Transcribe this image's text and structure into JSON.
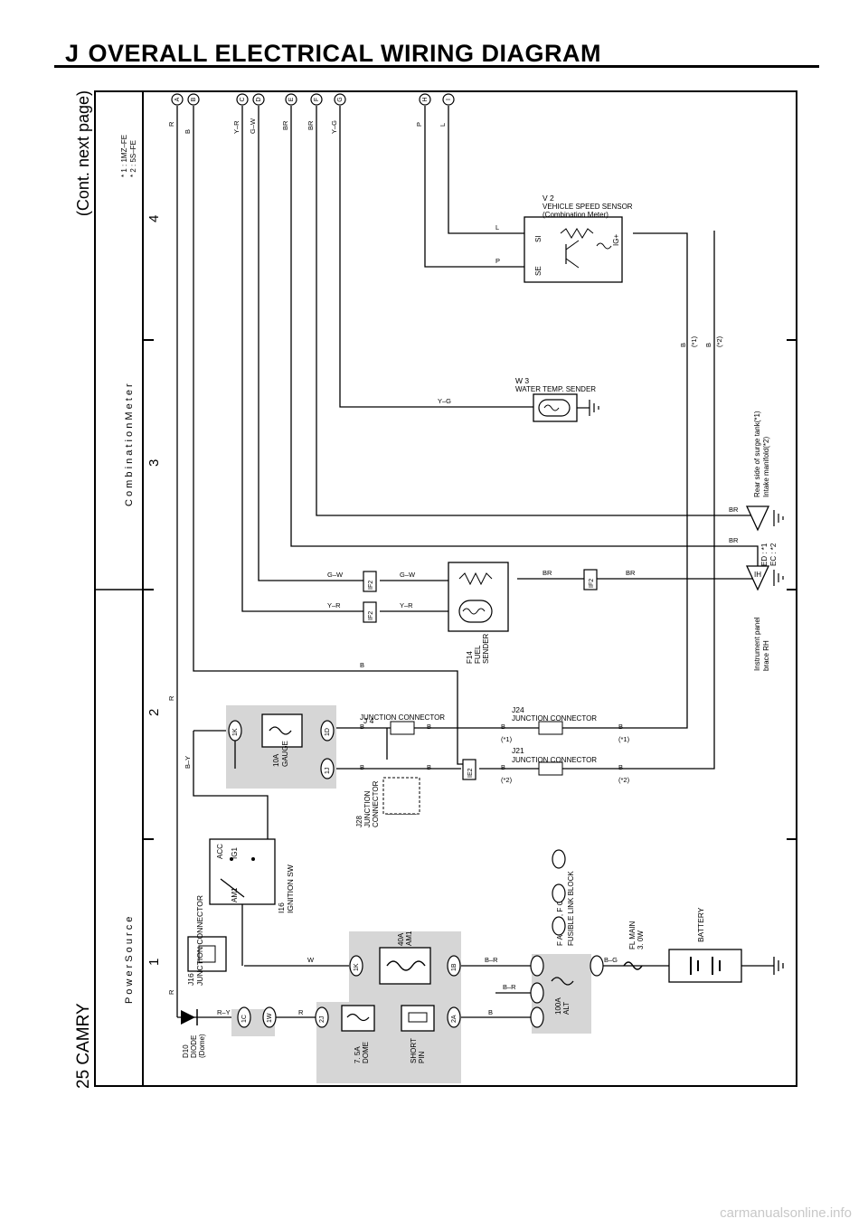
{
  "header": {
    "letter": "J",
    "title": "OVERALL ELECTRICAL WIRING DIAGRAM"
  },
  "page": {
    "code": "25 CAMRY",
    "continued": "(Cont.  next page)"
  },
  "sections": {
    "power_source": "P o w e r   S o u r c e",
    "combination_meter": "C o m b i n a t i o n   M e t e r"
  },
  "grid": [
    "1",
    "2",
    "3",
    "4"
  ],
  "engine_notes": [
    "* 1 : 1MZ–FE",
    "* 2 : 5S–FE"
  ],
  "connectors": {
    "a": "A",
    "b": "B",
    "c": "C",
    "d": "D",
    "e": "E",
    "f": "F",
    "g": "G",
    "h": "H",
    "i": "I"
  },
  "wires": {
    "a": "R",
    "b": "B",
    "c": "Y–R",
    "d": "G–W",
    "e": "BR",
    "f": "BR",
    "g": "Y–G",
    "h": "P",
    "i": "L",
    "r": "R",
    "ry": "R–Y",
    "by": "B–Y",
    "w": "W",
    "br": "B–R",
    "bg": "B–G",
    "rl_1": "(*1)",
    "rl_2": "(*2)"
  },
  "components": {
    "d10": [
      "D10",
      "DIODE",
      "(Dome)"
    ],
    "j16": "J16",
    "j16_name": "JUNCTION CONNECTOR",
    "i16": [
      "I16",
      "IGNITION SW"
    ],
    "i16_pins": {
      "acc": "ACC",
      "ig1": "IG1",
      "am1": "AM1"
    },
    "dome_fuse": [
      "7. 5A",
      "DOME"
    ],
    "short_pin": [
      "SHORT",
      "PIN"
    ],
    "am1_fuse": [
      "40A",
      "AM1"
    ],
    "gauge_fuse": [
      "10A",
      "GAUGE"
    ],
    "alt_fuse": [
      "100A",
      "ALT"
    ],
    "fusible_block": [
      "F  A  ,   F  B  ,   F  C",
      "FUSIBLE LINK BLOCK"
    ],
    "fl_main": [
      "FL MAIN",
      "3. 0W"
    ],
    "battery": "BATTERY",
    "j4": [
      "J 4",
      "JUNCTION CONNECTOR"
    ],
    "j28": [
      "J28",
      "JUNCTION",
      "CONNECTOR"
    ],
    "j24": [
      "J24",
      "JUNCTION CONNECTOR"
    ],
    "j21": [
      "J21",
      "JUNCTION CONNECTOR"
    ],
    "f14": [
      "F14",
      "FUEL",
      "SENDER"
    ],
    "w3": [
      "W 3",
      "WATER TEMP.  SENDER"
    ],
    "v2": [
      "V 2",
      "VEHICLE SPEED SENSOR",
      "(Combination Meter)"
    ],
    "v2_pins": {
      "si": "SI",
      "se": "SE",
      "ig": "IG+"
    },
    "ih": "IH",
    "ed": [
      "ED : *1",
      "EC : *2"
    ],
    "ground_ih": [
      "Instrument panel",
      "brace RH"
    ],
    "ground_ed": [
      "Rear side of surge tank(*1)",
      "Intake manifold(*2)"
    ]
  },
  "connector_ids": {
    "c1k_a": "1K",
    "c1d": "1D",
    "c1j": "1J",
    "c1c": "1C",
    "c1w": "1W",
    "c2j": "2J",
    "c2a": "2A",
    "c1k_b": "1K",
    "c1b": "1B",
    "if2_a": "IF2",
    "if2_b": "IF2",
    "if2_c": "IF2",
    "ie2": "IE2"
  },
  "footer": "carmanualsonline.info"
}
